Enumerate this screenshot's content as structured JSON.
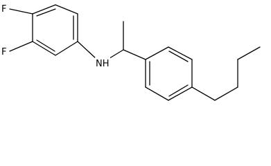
{
  "diagram": {
    "type": "chemical-structure",
    "atom_labels": {
      "fluorine_top": "F",
      "fluorine_bottom": "F",
      "amine": "NH"
    },
    "colors": {
      "bond": "#000000",
      "text": "#000000",
      "background": "#ffffff"
    }
  }
}
